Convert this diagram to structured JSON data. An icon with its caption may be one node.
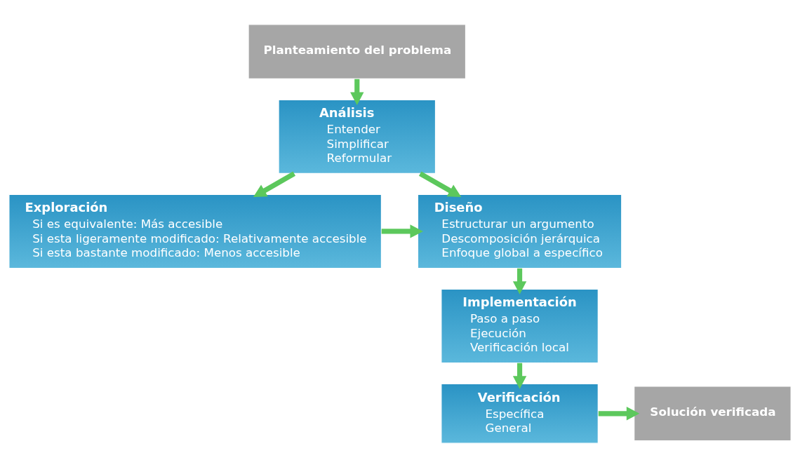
{
  "diagram": {
    "nodes": [
      {
        "text": [
          "Planteamiento del problema"
        ]
      },
      {
        "text": [
          "Análisis",
          "Entender",
          "Simplificar",
          "Reformular"
        ]
      },
      {
        "text": [
          "Exploración",
          "Si es equivalente: Más accesible",
          "Si esta ligeramente modificado: Relativamente accesible",
          "Si esta bastante modificado: Menos accesible"
        ]
      },
      {
        "text": [
          "Diseño",
          "Estructurar un argumento",
          "Descomposición jerárquica",
          "Enfoque global a específico"
        ]
      },
      {
        "text": [
          "Implementación",
          "Paso a paso",
          "Ejecución",
          "Verificación local"
        ]
      },
      {
        "text": [
          "Verificación",
          "Específica",
          "General"
        ]
      },
      {
        "text": [
          "Solución verificada"
        ]
      }
    ],
    "edges": [
      {
        "from": 0,
        "to": 1,
        "arrow": "to"
      },
      {
        "from": 1,
        "to": 2,
        "arrow": "to"
      },
      {
        "from": 1,
        "to": 3,
        "arrow": "to"
      },
      {
        "from": 2,
        "to": 3,
        "arrow": "to"
      },
      {
        "from": 3,
        "to": 4,
        "arrow": "to"
      },
      {
        "from": 4,
        "to": 5,
        "arrow": "to"
      },
      {
        "from": 5,
        "to": 6,
        "arrow": "to"
      }
    ]
  }
}
